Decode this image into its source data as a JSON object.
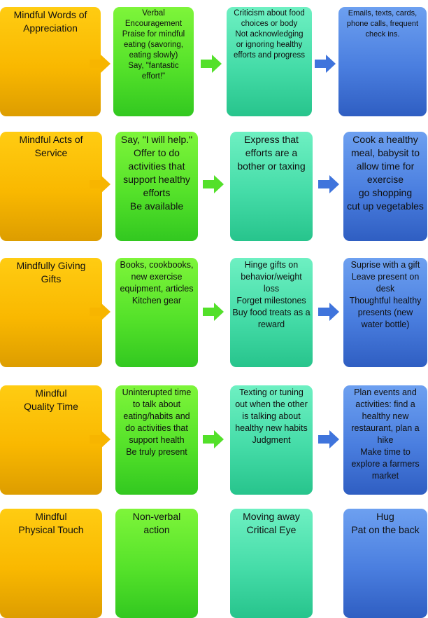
{
  "colors": {
    "col1": "#f9b800",
    "col2": "#55e22a",
    "col3": "#45dca8",
    "col4": "#4a7edf",
    "arrow1": "#f7b500",
    "arrow2": "#53e02a",
    "arrow3": "#3f74dc"
  },
  "rows": [
    {
      "c1": "Mindful Words of\nAppreciation",
      "c2": "Verbal\nEncouragement\nPraise for mindful\neating (savoring,\neating slowly)\nSay, \"fantastic\neffort!\"",
      "c3": "Criticism about food\nchoices or body\nNot acknowledging\nor ignoring healthy\nefforts and progress",
      "c4": "Emails, texts, cards,\nphone calls, frequent\ncheck ins."
    },
    {
      "c1": "Mindful Acts of\nService",
      "c2": "Say, \"I will help.\"\nOffer to do\nactivities that\nsupport healthy\nefforts\nBe available",
      "c3": "Express that\nefforts are a\nbother or taxing",
      "c4": "Cook a healthy\nmeal, babysit to\nallow time for\nexercise\ngo shopping\ncut up vegetables"
    },
    {
      "c1": "Mindfully Giving\nGifts",
      "c2": "Books, cookbooks,\nnew exercise\nequipment, articles\nKitchen gear",
      "c3": "Hinge gifts on\nbehavior/weight\nloss\nForget milestones\nBuy food treats as a\nreward",
      "c4": "Suprise with a gift\nLeave present on\ndesk\nThoughtful healthy\npresents (new\nwater bottle)"
    },
    {
      "c1": "Mindful\nQuality Time",
      "c2": "Uninterupted time\nto talk about\neating/habits and\ndo activities that\nsupport health\nBe truly present",
      "c3": "Texting or tuning\nout when the other\nis talking about\nhealthy new habits\nJudgment",
      "c4": "Plan events and\nactivities: find a\nhealthy new\nrestaurant, plan a\nhike\nMake time to\nexplore a farmers\nmarket"
    },
    {
      "c1": "Mindful\nPhysical Touch",
      "c2": "Non-verbal\naction",
      "c3": "Moving away\nCritical Eye",
      "c4": "Hug\nPat on the back"
    }
  ]
}
